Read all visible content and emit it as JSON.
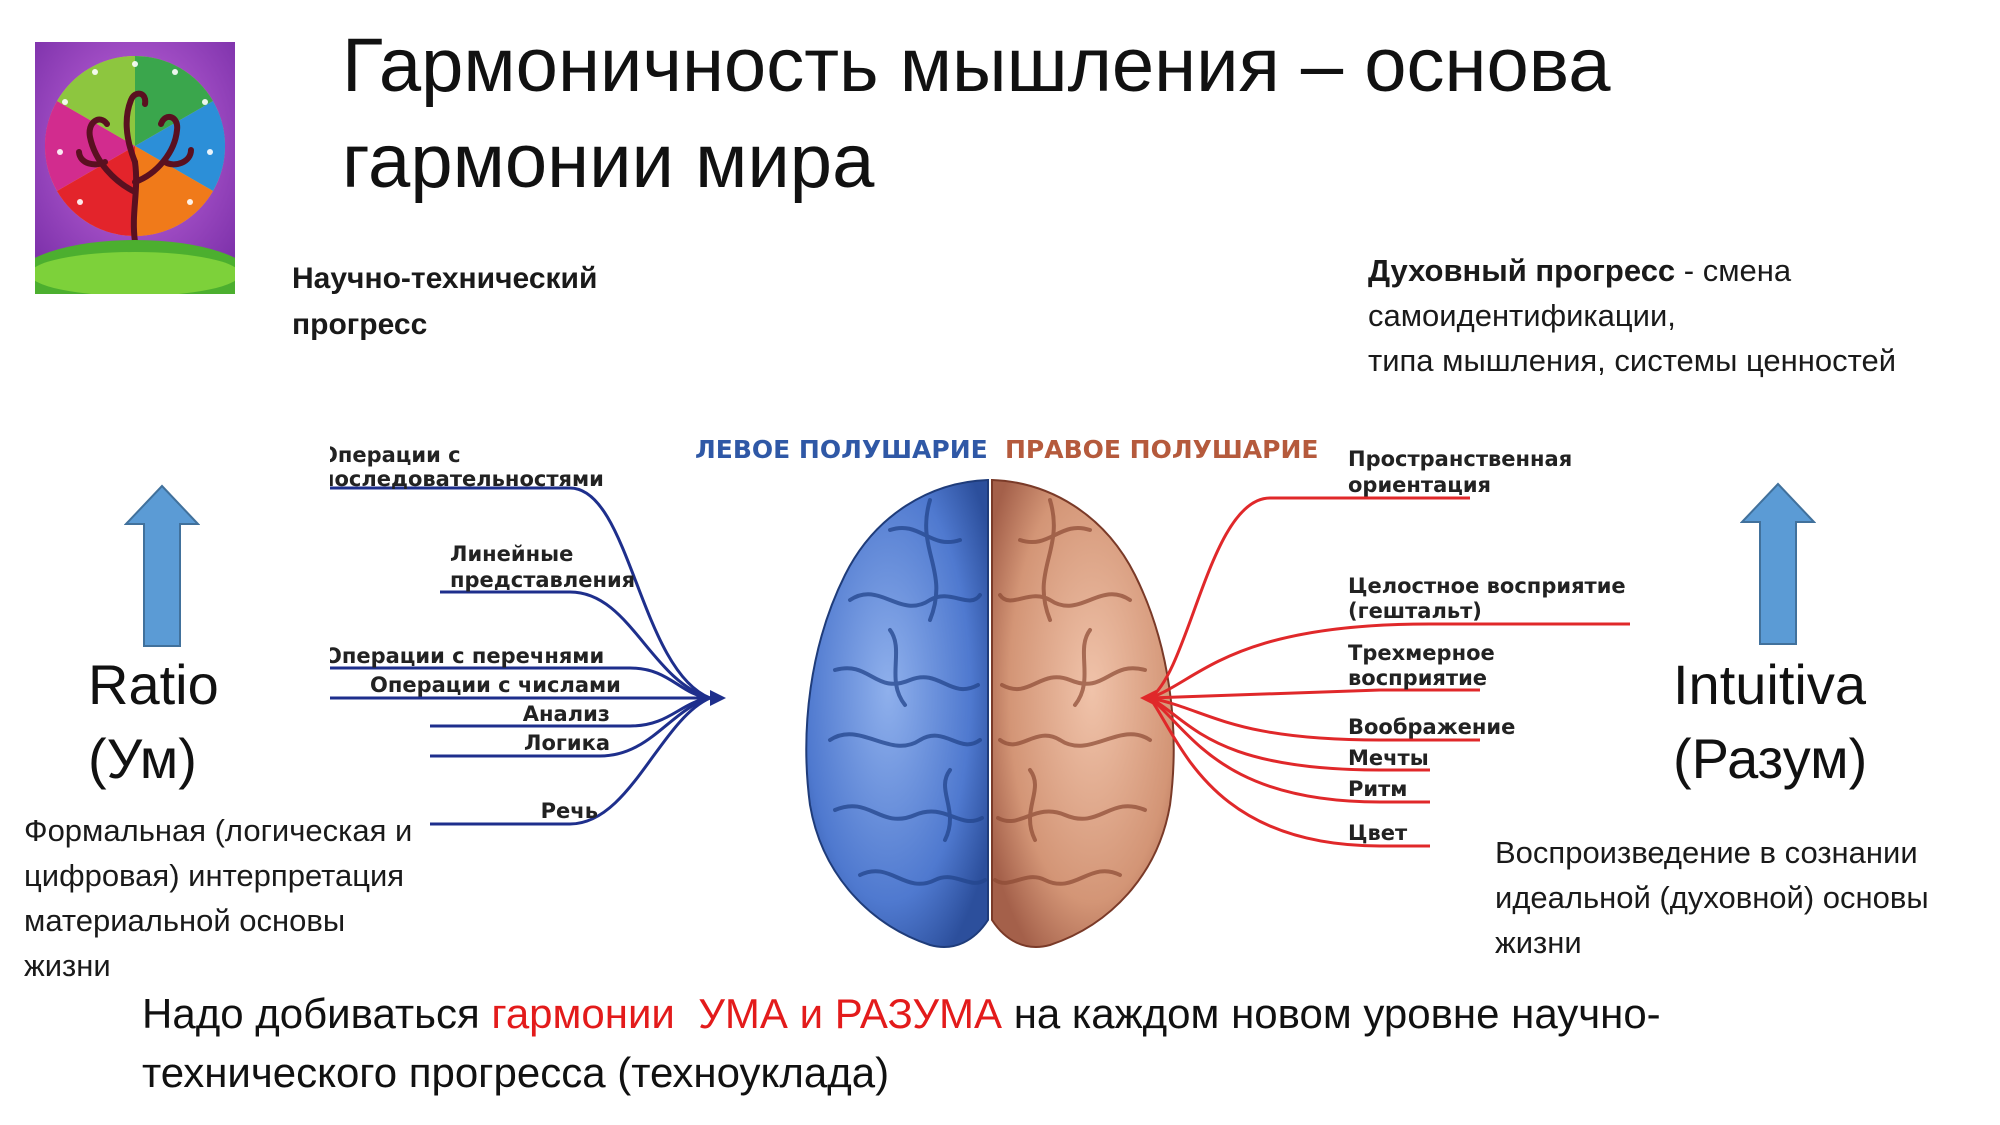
{
  "slide": {
    "title_lines": [
      "Гармоничность мышления – основа",
      "гармонии мира"
    ],
    "left_progress_lines": [
      "Научно-технический",
      "прогресс"
    ],
    "right_progress": {
      "bold": "Духовный прогресс",
      "rest_line1": " - смена",
      "line2": "самоидентификации,",
      "line3": "типа мышления, системы ценностей"
    },
    "left_concept": {
      "line1": "Ratio",
      "line2": "(Ум)"
    },
    "right_concept": {
      "line1": "Intuitiva",
      "line2": "(Разум)"
    },
    "left_description_lines": [
      "Формальная (логическая и",
      "цифровая) интерпретация",
      "материальной основы",
      "жизни"
    ],
    "right_description_lines": [
      "Воспроизведение в сознании",
      "идеальной (духовной) основы",
      "жизни"
    ],
    "bottom_text": {
      "part1": "Надо добиваться ",
      "highlight": "гармонии  УМА и РАЗУМА",
      "part2": " на каждом новом уровне научно-",
      "line2": "технического прогресса (техноуклада)"
    }
  },
  "brain": {
    "left_header": "ЛЕВОЕ ПОЛУШАРИЕ",
    "right_header": "ПРАВОЕ ПОЛУШАРИЕ",
    "left_labels": [
      "Операции с",
      "последовательностями",
      "Линейные",
      "представления",
      "Операции с перечнями",
      "Операции с числами",
      "Анализ",
      "Логика",
      "Речь"
    ],
    "right_labels": [
      "Пространственная",
      "ориентация",
      "Целостное восприятие",
      "(гештальт)",
      "Трехмерное",
      "восприятие",
      "Воображение",
      "Мечты",
      "Ритм",
      "Цвет"
    ]
  },
  "colors": {
    "left_accent": "#2f58a6",
    "right_accent": "#b55a3c",
    "left_lines": "#1e2f8c",
    "right_lines": "#e0282a",
    "highlight": "#e31b1b",
    "arrow_fill": "#5b9bd5"
  },
  "icons": [
    "tree-of-life-logo",
    "up-arrow-icon"
  ]
}
